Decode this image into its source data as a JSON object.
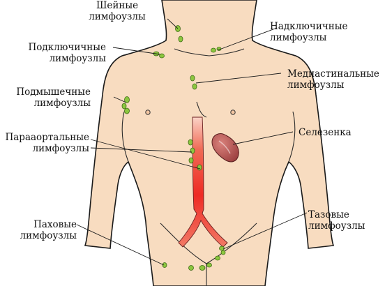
{
  "labels": {
    "cervical": [
      "Шейные",
      "лимфоузлы"
    ],
    "supraclavicular": [
      "Надключичные",
      "лимфоузлы"
    ],
    "subclavian": [
      "Подключичные",
      "лимфоузлы"
    ],
    "mediastinal": [
      "Медиастинальные",
      "лимфоузлы"
    ],
    "axillary": [
      "Подмышечные",
      "лимфоузлы"
    ],
    "spleen": [
      "Селезенка"
    ],
    "paraaortic": [
      "Парааортальные",
      "лимфоузлы"
    ],
    "inguinal": [
      "Паховые",
      "лимфоузлы"
    ],
    "pelvic": [
      "Тазовые",
      "лимфоузлы"
    ]
  },
  "colors": {
    "skin": "#f8dcc0",
    "outline": "#1a1a1a",
    "node": "#8cc63f",
    "aorta": "#ee2a24",
    "spleen": "#a84a4a"
  }
}
